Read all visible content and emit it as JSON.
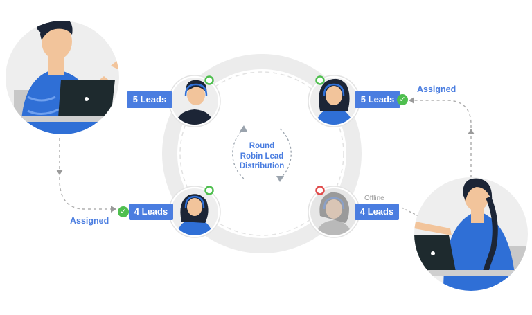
{
  "agents": [
    {
      "id": "agent-top-left",
      "leads": "5 Leads",
      "status": "online"
    },
    {
      "id": "agent-top-right",
      "leads": "5 Leads",
      "status": "online"
    },
    {
      "id": "agent-bottom-left",
      "leads": "4 Leads",
      "status": "online"
    },
    {
      "id": "agent-bottom-right",
      "leads": "4 Leads",
      "status": "offline",
      "status_label": "Offline"
    }
  ],
  "center": {
    "line1": "Round",
    "line2": "Robin Lead",
    "line3": "Distribution"
  },
  "flows": {
    "left_label": "Assigned",
    "right_label": "Assigned"
  },
  "colors": {
    "accent": "#4a7de0",
    "online": "#4fbf4f",
    "offline": "#e04a4a",
    "ring": "#ececec",
    "person_shirt": "#2f6fd6"
  }
}
